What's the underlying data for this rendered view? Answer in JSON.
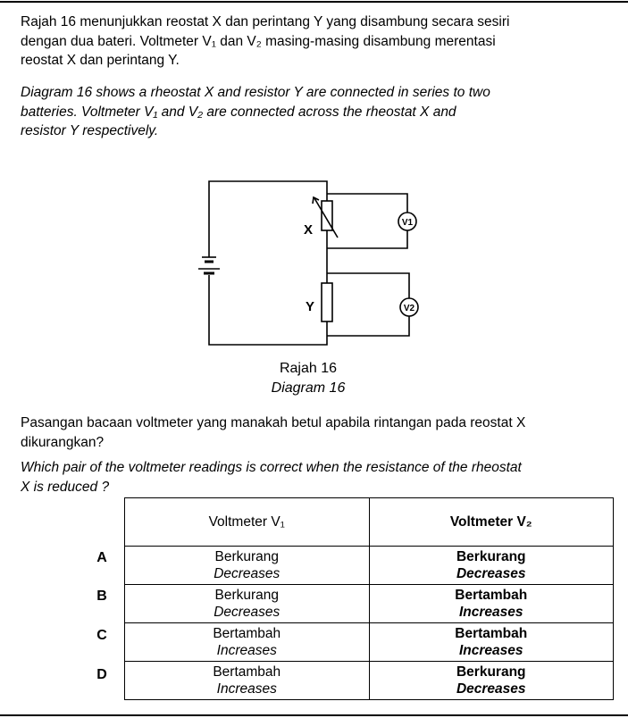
{
  "intro": {
    "ms_lines": [
      "Rajah 16 menunjukkan reostat X dan perintang Y yang disambung secara sesiri",
      "dengan dua bateri.  Voltmeter V₁ dan V₂ masing-masing disambung merentasi",
      "reostat X dan perintang Y."
    ],
    "en_lines": [
      "Diagram 16 shows a rheostat X and resistor Y are connected in series to two",
      "batteries.  Voltmeter V₁ and V₂ are connected across the rheostat X and",
      "resistor Y respectively."
    ]
  },
  "diagram": {
    "label_x": "X",
    "label_y": "Y",
    "meter_1": "V1",
    "meter_2": "V2",
    "caption_ms": "Rajah 16",
    "caption_en": "Diagram 16"
  },
  "question": {
    "ms_lines": [
      "Pasangan bacaan voltmeter yang manakah betul apabila rintangan pada reostat X",
      "dikurangkan?"
    ],
    "en_lines": [
      "Which pair of the voltmeter readings is correct when the resistance of the rheostat",
      "X is reduced ?"
    ]
  },
  "table": {
    "header_v1": "Voltmeter V₁",
    "header_v2": "Voltmeter V₂",
    "rows": [
      {
        "letter": "A",
        "v1_ms": "Berkurang",
        "v1_en": "Decreases",
        "v2_ms": "Berkurang",
        "v2_en": "Decreases"
      },
      {
        "letter": "B",
        "v1_ms": "Berkurang",
        "v1_en": "Decreases",
        "v2_ms": "Bertambah",
        "v2_en": "Increases"
      },
      {
        "letter": "C",
        "v1_ms": "Bertambah",
        "v1_en": "Increases",
        "v2_ms": "Bertambah",
        "v2_en": "Increases"
      },
      {
        "letter": "D",
        "v1_ms": "Bertambah",
        "v1_en": "Increases",
        "v2_ms": "Berkurang",
        "v2_en": "Decreases"
      }
    ]
  }
}
